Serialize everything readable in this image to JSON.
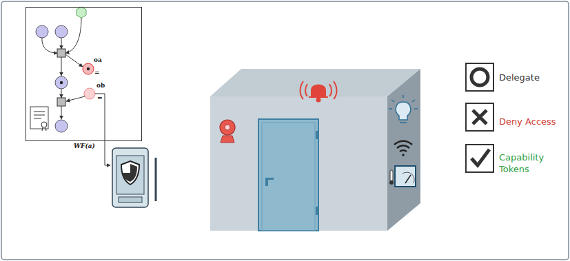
{
  "diagram": {
    "nodes": [
      {
        "text": [
          "WF(a)"
        ]
      }
    ],
    "labels": [
      "oa",
      "=",
      "ob",
      "="
    ],
    "legend": [
      {
        "text": "Delegate"
      },
      {
        "text": "Deny Access"
      },
      {
        "text": "Capability Tokens"
      }
    ]
  }
}
